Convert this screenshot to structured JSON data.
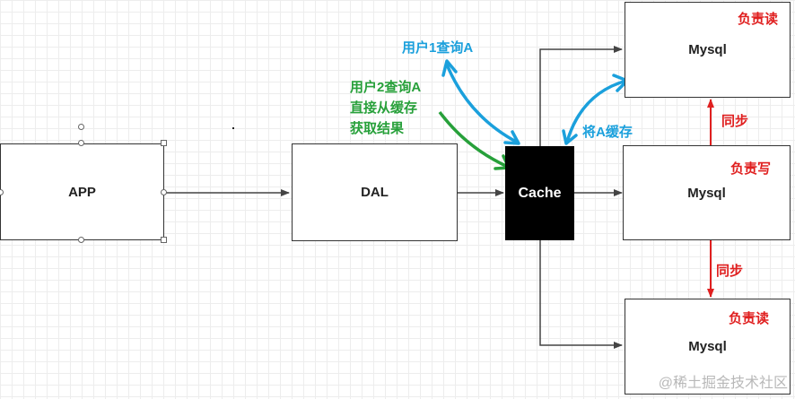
{
  "nodes": {
    "app": "APP",
    "dal": "DAL",
    "cache": "Cache",
    "mysql_top": "Mysql",
    "mysql_mid": "Mysql",
    "mysql_bot": "Mysql"
  },
  "roles": {
    "top": "负责读",
    "mid": "负责写",
    "bot": "负责读"
  },
  "sync": {
    "upper": "同步",
    "lower": "同步"
  },
  "annotations": {
    "user1": "用户1查询A",
    "user2_line1": "用户2查询A",
    "user2_line2": "直接从缓存",
    "user2_line3": "获取结果",
    "cache_a": "将A缓存"
  },
  "colors": {
    "red": "#e02020",
    "blue": "#1ba0dc",
    "green": "#27a03a",
    "cache_fill": "#000000"
  },
  "watermark": "@稀土掘金技术社区"
}
